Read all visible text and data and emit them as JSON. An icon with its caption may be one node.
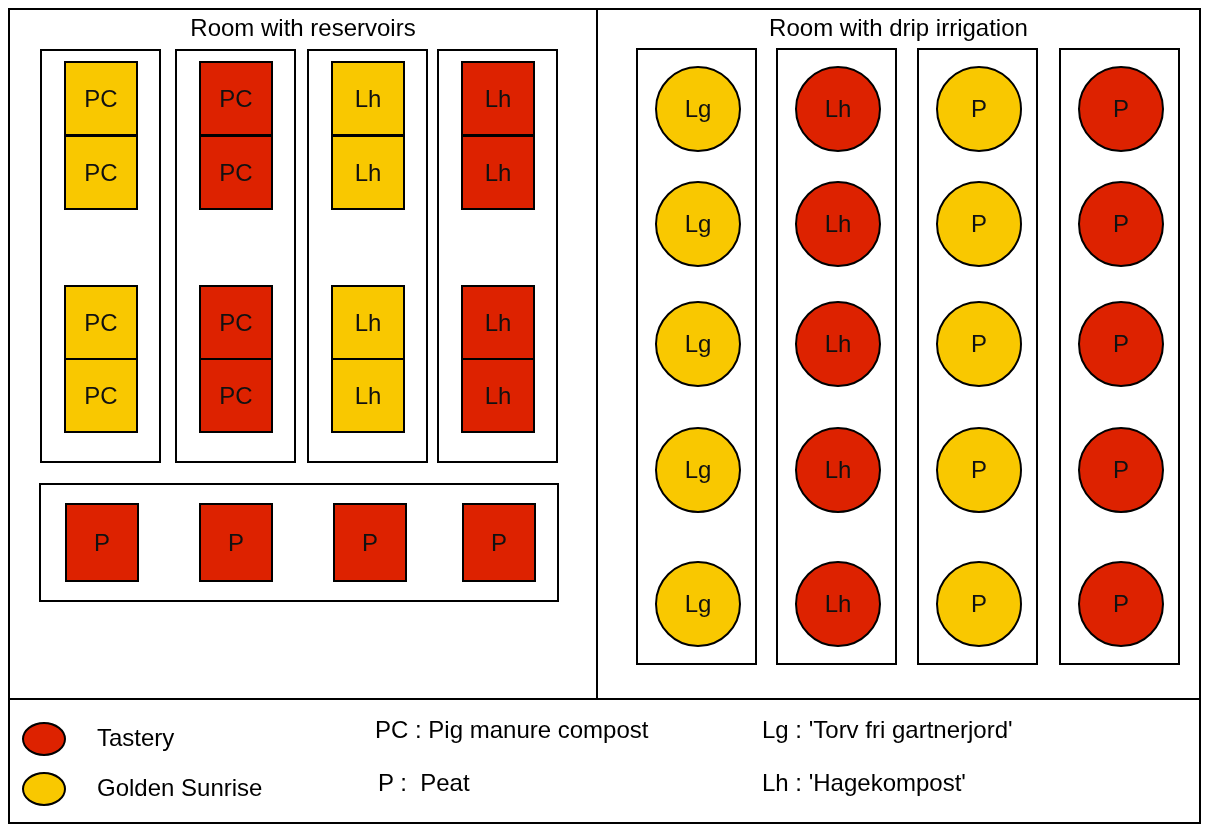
{
  "diagram": {
    "nodes": [
      {
        "text": [
          "Room with reservoirs"
        ]
      },
      {
        "text": [],
        "shape": "box",
        "in": 0
      },
      {
        "text": [
          "PC"
        ],
        "in": 1
      },
      {
        "text": [
          "PC"
        ],
        "in": 1
      },
      {
        "text": [
          "PC"
        ],
        "in": 1
      },
      {
        "text": [
          "PC"
        ],
        "in": 1
      },
      {
        "text": [],
        "shape": "box",
        "in": 0
      },
      {
        "text": [
          "PC"
        ],
        "in": 6
      },
      {
        "text": [
          "PC"
        ],
        "in": 6
      },
      {
        "text": [
          "PC"
        ],
        "in": 6
      },
      {
        "text": [
          "PC"
        ],
        "in": 6
      },
      {
        "text": [],
        "shape": "box",
        "in": 0
      },
      {
        "text": [
          "Lh"
        ],
        "in": 11
      },
      {
        "text": [
          "Lh"
        ],
        "in": 11
      },
      {
        "text": [
          "Lh"
        ],
        "in": 11
      },
      {
        "text": [
          "Lh"
        ],
        "in": 11
      },
      {
        "text": [],
        "shape": "box",
        "in": 0
      },
      {
        "text": [
          "Lh"
        ],
        "in": 16
      },
      {
        "text": [
          "Lh"
        ],
        "in": 16
      },
      {
        "text": [
          "Lh"
        ],
        "in": 16
      },
      {
        "text": [
          "Lh"
        ],
        "in": 16
      },
      {
        "text": [],
        "shape": "box",
        "in": 0
      },
      {
        "text": [
          "P"
        ],
        "in": 21
      },
      {
        "text": [
          "P"
        ],
        "in": 21
      },
      {
        "text": [
          "P"
        ],
        "in": 21
      },
      {
        "text": [
          "P"
        ],
        "in": 21
      },
      {
        "text": [
          "Room with drip irrigation"
        ]
      },
      {
        "text": [],
        "shape": "box",
        "in": 26
      },
      {
        "text": [
          "Lg"
        ],
        "in": 27
      },
      {
        "text": [
          "Lg"
        ],
        "in": 27
      },
      {
        "text": [
          "Lg"
        ],
        "in": 27
      },
      {
        "text": [
          "Lg"
        ],
        "in": 27
      },
      {
        "text": [
          "Lg"
        ],
        "in": 27
      },
      {
        "text": [],
        "shape": "box",
        "in": 26
      },
      {
        "text": [
          "Lh"
        ],
        "in": 33
      },
      {
        "text": [
          "Lh"
        ],
        "in": 33
      },
      {
        "text": [
          "Lh"
        ],
        "in": 33
      },
      {
        "text": [
          "Lh"
        ],
        "in": 33
      },
      {
        "text": [
          "Lh"
        ],
        "in": 33
      },
      {
        "text": [],
        "shape": "box",
        "in": 26
      },
      {
        "text": [
          "P"
        ],
        "in": 39
      },
      {
        "text": [
          "P"
        ],
        "in": 39
      },
      {
        "text": [
          "P"
        ],
        "in": 39
      },
      {
        "text": [
          "P"
        ],
        "in": 39
      },
      {
        "text": [
          "P"
        ],
        "in": 39
      },
      {
        "text": [],
        "shape": "box",
        "in": 26
      },
      {
        "text": [
          "P"
        ],
        "in": 45
      },
      {
        "text": [
          "P"
        ],
        "in": 45
      },
      {
        "text": [
          "P"
        ],
        "in": 45
      },
      {
        "text": [
          "P"
        ],
        "in": 45
      },
      {
        "text": [
          "P"
        ],
        "in": 45
      }
    ],
    "labels": [
      "PC : Pig manure compost",
      "P :  Peat",
      "Lg : 'Torv fri gartnerjord'",
      "Lh : 'Hagekompost'"
    ],
    "legend": [
      {
        "text": "Tastery",
        "color": "#dd2200"
      },
      {
        "text": "Golden Sunrise",
        "color": "#f9c800"
      }
    ]
  }
}
